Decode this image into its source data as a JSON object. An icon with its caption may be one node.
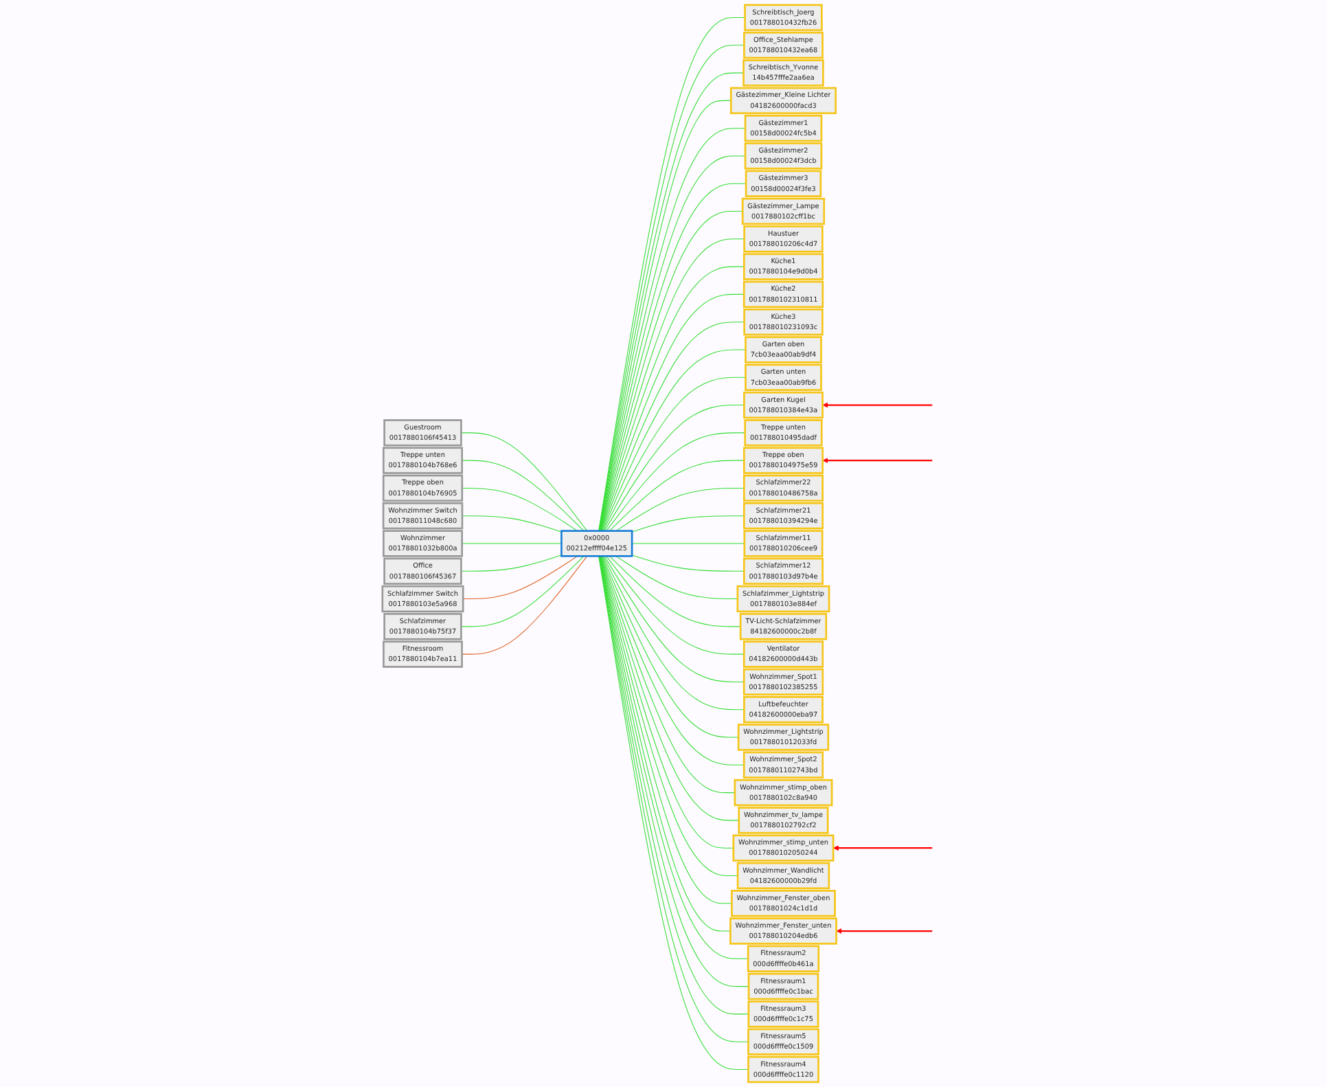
{
  "diagram": {
    "nodes": [
      {
        "text": [
          "Guestroom",
          "0017880106f45413"
        ]
      },
      {
        "text": [
          "Treppe unten",
          "0017880104b768e6"
        ]
      },
      {
        "text": [
          "Treppe oben",
          "0017880104b76905"
        ]
      },
      {
        "text": [
          "Wohnzimmer Switch",
          "001788011048c680"
        ]
      },
      {
        "text": [
          "Wohnzimmer",
          "00178801032b800a"
        ]
      },
      {
        "text": [
          "Office",
          "0017880106f45367"
        ]
      },
      {
        "text": [
          "Schlafzimmer Switch",
          "0017880103e5a968"
        ]
      },
      {
        "text": [
          "Schlafzimmer",
          "0017880104b75f37"
        ]
      },
      {
        "text": [
          "Fitnessroom",
          "0017880104b7ea11"
        ]
      },
      {
        "text": [
          "0x0000",
          "00212effff04e125"
        ]
      },
      {
        "text": [
          "Schreibtisch_Joerg",
          "001788010432fb26"
        ]
      },
      {
        "text": [
          "Office_Stehlampe",
          "001788010432ea68"
        ]
      },
      {
        "text": [
          "Schreibtisch_Yvonne",
          "14b457fffe2aa6ea"
        ]
      },
      {
        "text": [
          "Gästezimmer_Kleine Lichter",
          "04182600000facd3"
        ]
      },
      {
        "text": [
          "Gästezimmer1",
          "00158d00024fc5b4"
        ]
      },
      {
        "text": [
          "Gästezimmer2",
          "00158d00024f3dcb"
        ]
      },
      {
        "text": [
          "Gästezimmer3",
          "00158d00024f3fe3"
        ]
      },
      {
        "text": [
          "Gästezimmer_Lampe",
          "0017880102cff1bc"
        ]
      },
      {
        "text": [
          "Haustuer",
          "001788010206c4d7"
        ]
      },
      {
        "text": [
          "Küche1",
          "0017880104e9d0b4"
        ]
      },
      {
        "text": [
          "Küche2",
          "0017880102310811"
        ]
      },
      {
        "text": [
          "Küche3",
          "001788010231093c"
        ]
      },
      {
        "text": [
          "Garten oben",
          "7cb03eaa00ab9df4"
        ]
      },
      {
        "text": [
          "Garten unten",
          "7cb03eaa00ab9fb6"
        ]
      },
      {
        "text": [
          "Garten Kugel",
          "001788010384e43a"
        ]
      },
      {
        "text": [
          "Treppe unten",
          "001788010495dadf"
        ]
      },
      {
        "text": [
          "Treppe oben",
          "0017880104975e59"
        ]
      },
      {
        "text": [
          "Schlafzimmer22",
          "001788010486758a"
        ]
      },
      {
        "text": [
          "Schlafzimmer21",
          "001788010394294e"
        ]
      },
      {
        "text": [
          "Schlafzimmer11",
          "001788010206cee9"
        ]
      },
      {
        "text": [
          "Schlafzimmer12",
          "0017880103d97b4e"
        ]
      },
      {
        "text": [
          "Schlafzimmer_Lightstrip",
          "0017880103e884ef"
        ]
      },
      {
        "text": [
          "TV-Licht-Schlafzimmer",
          "84182600000c2b8f"
        ]
      },
      {
        "text": [
          "Ventilator",
          "04182600000d443b"
        ]
      },
      {
        "text": [
          "Wohnzimmer_Spot1",
          "0017880102385255"
        ]
      },
      {
        "text": [
          "Luftbefeuchter",
          "04182600000eba97"
        ]
      },
      {
        "text": [
          "Wohnzimmer_Lightstrip",
          "00178801012033fd"
        ]
      },
      {
        "text": [
          "Wohnzimmer_Spot2",
          "00178801102743bd"
        ]
      },
      {
        "text": [
          "Wohnzimmer_stimp_oben",
          "0017880102c8a940"
        ]
      },
      {
        "text": [
          "Wohnzimmer_tv_lampe",
          "0017880102792cf2"
        ]
      },
      {
        "text": [
          "Wohnzimmer_stimp_unten",
          "0017880102050244"
        ]
      },
      {
        "text": [
          "Wohnzimmer_Wandlicht",
          "04182600000b29fd"
        ]
      },
      {
        "text": [
          "Wohnzimmer_Fenster_oben",
          "00178801024c1d1d"
        ]
      },
      {
        "text": [
          "Wohnzimmer_Fenster_unten",
          "001788010204edb6"
        ]
      },
      {
        "text": [
          "Fitnessraum2",
          "000d6ffffe0b461a"
        ]
      },
      {
        "text": [
          "Fitnessraum1",
          "000d6ffffe0c1bac"
        ]
      },
      {
        "text": [
          "Fitnessraum3",
          "000d6ffffe0c1c75"
        ]
      },
      {
        "text": [
          "Fitnessraum5",
          "000d6ffffe0c1509"
        ]
      },
      {
        "text": [
          "Fitnessraum4",
          "000d6ffffe0c1120"
        ]
      }
    ],
    "edges": [
      {
        "from": 0,
        "to": 9,
        "arrow": "none"
      },
      {
        "from": 1,
        "to": 9,
        "arrow": "none"
      },
      {
        "from": 2,
        "to": 9,
        "arrow": "none"
      },
      {
        "from": 3,
        "to": 9,
        "arrow": "none"
      },
      {
        "from": 4,
        "to": 9,
        "arrow": "none"
      },
      {
        "from": 5,
        "to": 9,
        "arrow": "none"
      },
      {
        "from": 6,
        "to": 9,
        "arrow": "none",
        "color": "#e06020"
      },
      {
        "from": 7,
        "to": 9,
        "arrow": "none"
      },
      {
        "from": 8,
        "to": 9,
        "arrow": "none",
        "color": "#e06020"
      },
      {
        "from": 9,
        "to": 10,
        "arrow": "none"
      },
      {
        "from": 9,
        "to": 11,
        "arrow": "none"
      },
      {
        "from": 9,
        "to": 12,
        "arrow": "none"
      },
      {
        "from": 9,
        "to": 13,
        "arrow": "none"
      },
      {
        "from": 9,
        "to": 14,
        "arrow": "none"
      },
      {
        "from": 9,
        "to": 15,
        "arrow": "none"
      },
      {
        "from": 9,
        "to": 16,
        "arrow": "none"
      },
      {
        "from": 9,
        "to": 17,
        "arrow": "none"
      },
      {
        "from": 9,
        "to": 18,
        "arrow": "none"
      },
      {
        "from": 9,
        "to": 19,
        "arrow": "none"
      },
      {
        "from": 9,
        "to": 20,
        "arrow": "none"
      },
      {
        "from": 9,
        "to": 21,
        "arrow": "none"
      },
      {
        "from": 9,
        "to": 22,
        "arrow": "none"
      },
      {
        "from": 9,
        "to": 23,
        "arrow": "none"
      },
      {
        "from": 9,
        "to": 24,
        "arrow": "none"
      },
      {
        "from": 9,
        "to": 25,
        "arrow": "none"
      },
      {
        "from": 9,
        "to": 26,
        "arrow": "none"
      },
      {
        "from": 9,
        "to": 27,
        "arrow": "none"
      },
      {
        "from": 9,
        "to": 28,
        "arrow": "none"
      },
      {
        "from": 9,
        "to": 29,
        "arrow": "none"
      },
      {
        "from": 9,
        "to": 30,
        "arrow": "none"
      },
      {
        "from": 9,
        "to": 31,
        "arrow": "none"
      },
      {
        "from": 9,
        "to": 32,
        "arrow": "none"
      },
      {
        "from": 9,
        "to": 33,
        "arrow": "none"
      },
      {
        "from": 9,
        "to": 34,
        "arrow": "none"
      },
      {
        "from": 9,
        "to": 35,
        "arrow": "none"
      },
      {
        "from": 9,
        "to": 36,
        "arrow": "none"
      },
      {
        "from": 9,
        "to": 37,
        "arrow": "none"
      },
      {
        "from": 9,
        "to": 38,
        "arrow": "none"
      },
      {
        "from": 9,
        "to": 39,
        "arrow": "none"
      },
      {
        "from": 9,
        "to": 40,
        "arrow": "none"
      },
      {
        "from": 9,
        "to": 41,
        "arrow": "none"
      },
      {
        "from": 9,
        "to": 42,
        "arrow": "none"
      },
      {
        "from": 9,
        "to": 43,
        "arrow": "none"
      },
      {
        "from": 9,
        "to": 44,
        "arrow": "none"
      },
      {
        "from": 9,
        "to": 45,
        "arrow": "none"
      },
      {
        "from": 9,
        "to": 46,
        "arrow": "none"
      },
      {
        "from": 9,
        "to": 47,
        "arrow": "none"
      },
      {
        "from": 9,
        "to": 48,
        "arrow": "none"
      },
      {
        "from": null,
        "to": 24,
        "arrow": "to",
        "color": "#ff0000"
      },
      {
        "from": null,
        "to": 26,
        "arrow": "to",
        "color": "#ff0000"
      },
      {
        "from": null,
        "to": 40,
        "arrow": "to",
        "color": "#ff0000"
      },
      {
        "from": null,
        "to": 43,
        "arrow": "to",
        "color": "#ff0000"
      }
    ]
  }
}
